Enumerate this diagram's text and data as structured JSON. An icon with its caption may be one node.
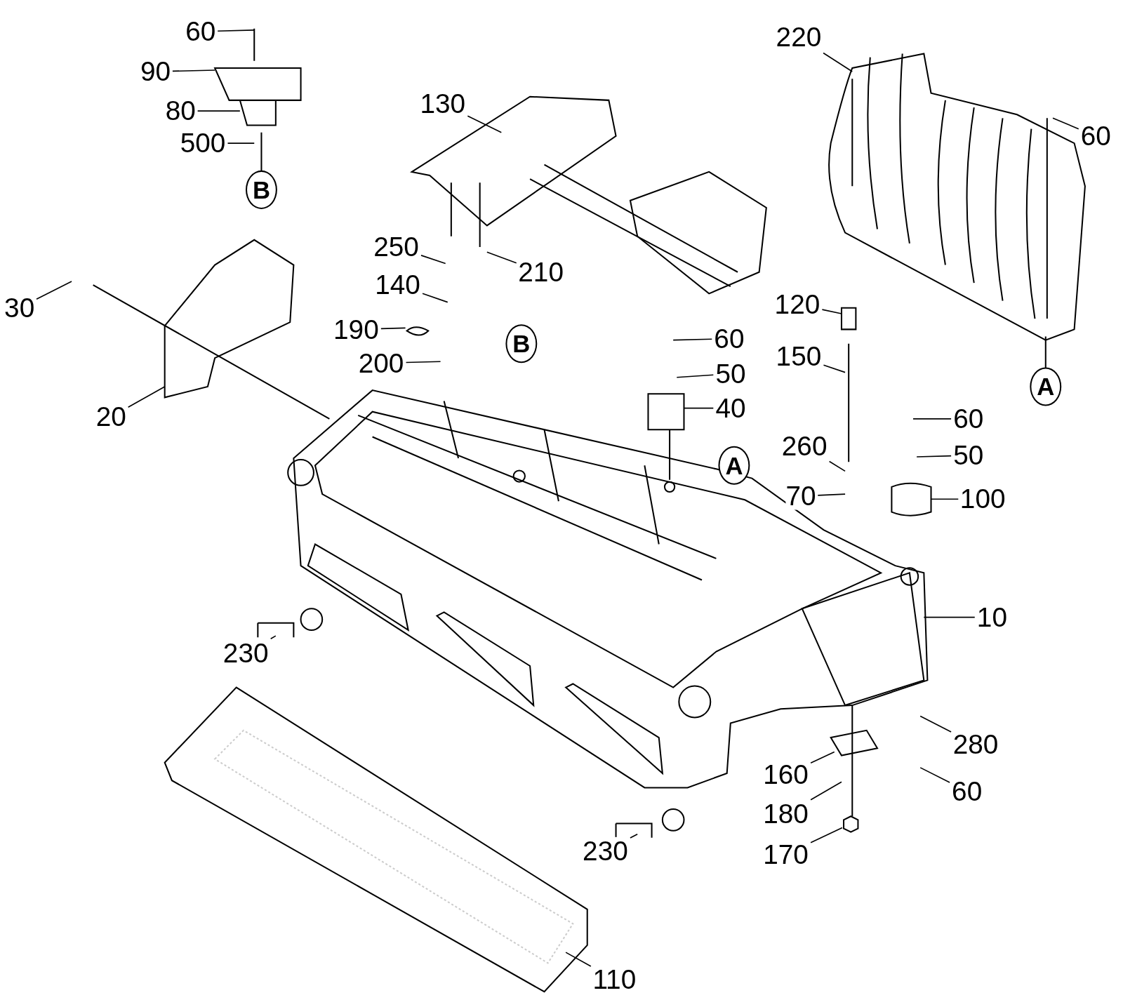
{
  "diagram": {
    "nodes": [
      {
        "text": [
          "60"
        ]
      },
      {
        "text": [
          "90"
        ]
      },
      {
        "text": [
          "80"
        ]
      },
      {
        "text": [
          "500"
        ]
      },
      {
        "text": [
          "B"
        ]
      },
      {
        "text": [
          "130"
        ]
      },
      {
        "text": [
          "220"
        ]
      },
      {
        "text": [
          "60"
        ]
      },
      {
        "text": [
          "250"
        ]
      },
      {
        "text": [
          "210"
        ]
      },
      {
        "text": [
          "140"
        ]
      },
      {
        "text": [
          "190"
        ]
      },
      {
        "text": [
          "30"
        ]
      },
      {
        "text": [
          "200"
        ]
      },
      {
        "text": [
          "B"
        ]
      },
      {
        "text": [
          "120"
        ]
      },
      {
        "text": [
          "60"
        ]
      },
      {
        "text": [
          "150"
        ]
      },
      {
        "text": [
          "50"
        ]
      },
      {
        "text": [
          "40"
        ]
      },
      {
        "text": [
          "20"
        ]
      },
      {
        "text": [
          "A"
        ]
      },
      {
        "text": [
          "A"
        ]
      },
      {
        "text": [
          "260"
        ]
      },
      {
        "text": [
          "60"
        ]
      },
      {
        "text": [
          "50"
        ]
      },
      {
        "text": [
          "70"
        ]
      },
      {
        "text": [
          "100"
        ]
      },
      {
        "text": [
          "10"
        ]
      },
      {
        "text": [
          "230"
        ]
      },
      {
        "text": [
          "280"
        ]
      },
      {
        "text": [
          "160"
        ]
      },
      {
        "text": [
          "60"
        ]
      },
      {
        "text": [
          "180"
        ]
      },
      {
        "text": [
          "230"
        ]
      },
      {
        "text": [
          "170"
        ]
      },
      {
        "text": [
          "110"
        ]
      }
    ],
    "edges": [
      {
        "from": 0,
        "to": null,
        "arrow": "none"
      },
      {
        "from": 1,
        "to": null,
        "arrow": "none"
      },
      {
        "from": 2,
        "to": null,
        "arrow": "none"
      },
      {
        "from": 3,
        "to": null,
        "arrow": "none"
      },
      {
        "from": 5,
        "to": null,
        "arrow": "none"
      },
      {
        "from": 6,
        "to": null,
        "arrow": "none"
      },
      {
        "from": 7,
        "to": null,
        "arrow": "none"
      },
      {
        "from": 8,
        "to": null,
        "arrow": "none"
      },
      {
        "from": 9,
        "to": null,
        "arrow": "none"
      },
      {
        "from": 10,
        "to": null,
        "arrow": "none"
      },
      {
        "from": 11,
        "to": null,
        "arrow": "none"
      },
      {
        "from": 12,
        "to": null,
        "arrow": "none"
      },
      {
        "from": 13,
        "to": null,
        "arrow": "none"
      },
      {
        "from": 15,
        "to": null,
        "arrow": "none"
      },
      {
        "from": 16,
        "to": null,
        "arrow": "none"
      },
      {
        "from": 17,
        "to": null,
        "arrow": "none"
      },
      {
        "from": 18,
        "to": null,
        "arrow": "none"
      },
      {
        "from": 19,
        "to": null,
        "arrow": "none"
      },
      {
        "from": 20,
        "to": null,
        "arrow": "none"
      },
      {
        "from": 23,
        "to": null,
        "arrow": "none"
      },
      {
        "from": 24,
        "to": null,
        "arrow": "none"
      },
      {
        "from": 25,
        "to": null,
        "arrow": "none"
      },
      {
        "from": 26,
        "to": null,
        "arrow": "none"
      },
      {
        "from": 27,
        "to": null,
        "arrow": "none"
      },
      {
        "from": 28,
        "to": null,
        "arrow": "none"
      },
      {
        "from": 29,
        "to": null,
        "arrow": "none"
      },
      {
        "from": 30,
        "to": null,
        "arrow": "none"
      },
      {
        "from": 31,
        "to": null,
        "arrow": "none"
      },
      {
        "from": 32,
        "to": null,
        "arrow": "none"
      },
      {
        "from": 33,
        "to": null,
        "arrow": "none"
      },
      {
        "from": 34,
        "to": null,
        "arrow": "none"
      },
      {
        "from": 35,
        "to": null,
        "arrow": "none"
      },
      {
        "from": 36,
        "to": null,
        "arrow": "none"
      }
    ]
  }
}
